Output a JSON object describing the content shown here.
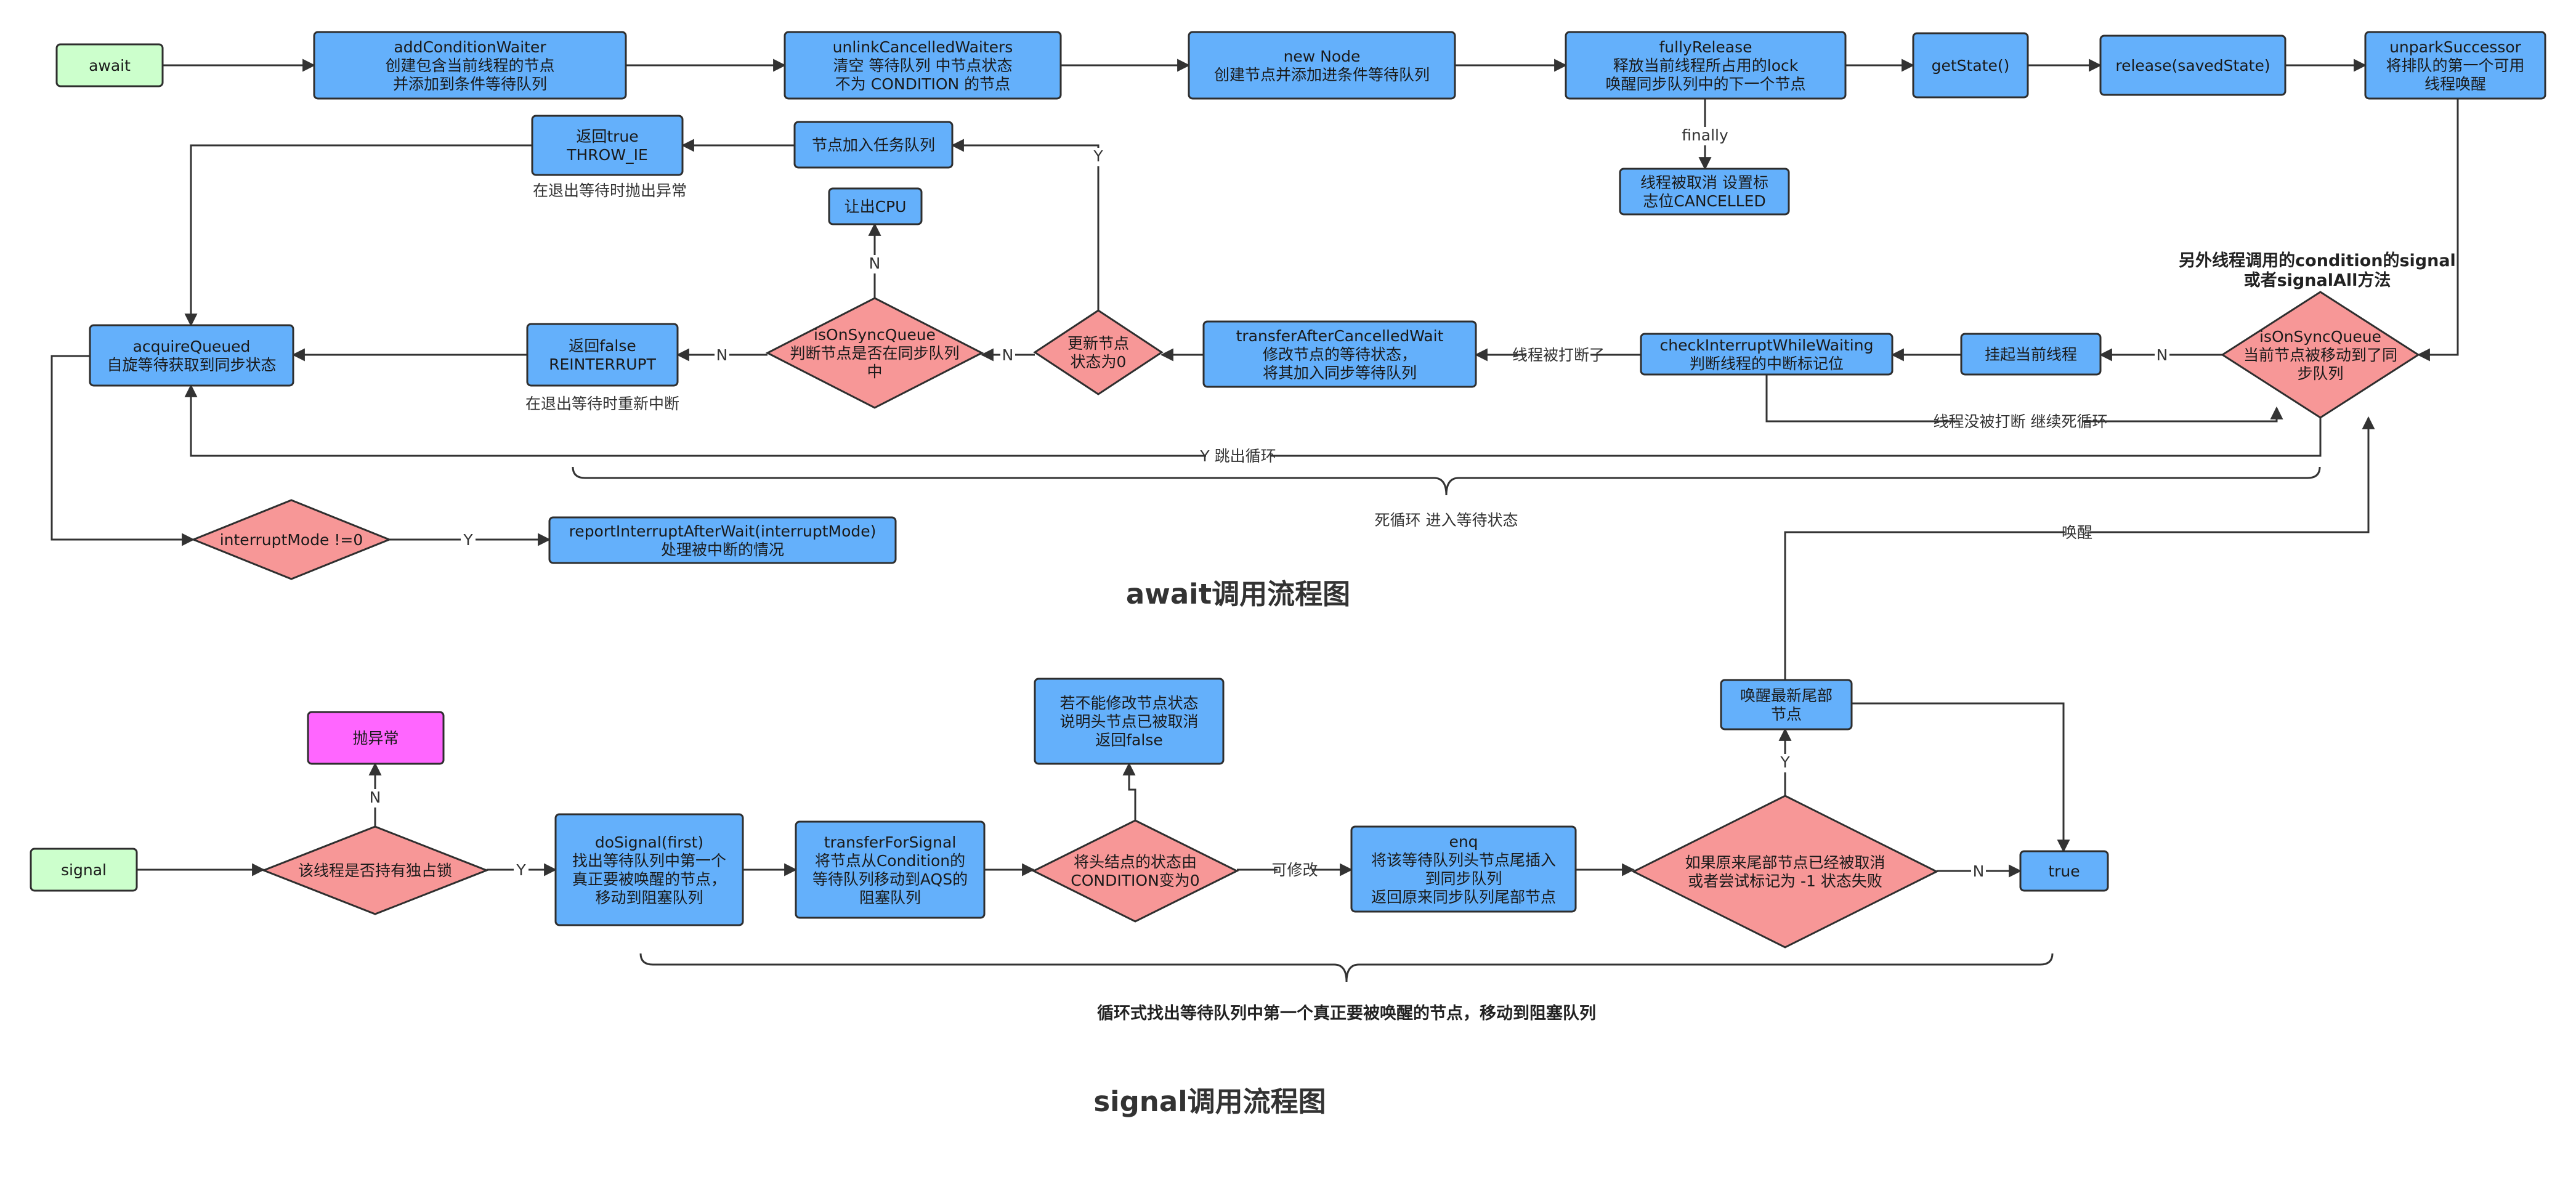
{
  "colors": {
    "process": "#64b0fb",
    "decision": "#f79797",
    "terminal": "#ccffcc",
    "exception": "#ff66ff",
    "border": "#2e2e2e",
    "line": "#333333"
  },
  "nodes": [
    {
      "id": "await",
      "kind": "terminal",
      "lines": [
        "await"
      ]
    },
    {
      "id": "addConditionWaiter",
      "kind": "process",
      "lines": [
        "addConditionWaiter",
        "创建包含当前线程的节点",
        "并添加到条件等待队列"
      ]
    },
    {
      "id": "unlinkCancelledWaiters",
      "kind": "process",
      "lines": [
        "unlinkCancelledWaiters",
        "清空 等待队列 中节点状态",
        "不为 CONDITION 的节点"
      ]
    },
    {
      "id": "newNode",
      "kind": "process",
      "lines": [
        "new Node",
        "创建节点并添加进条件等待队列"
      ]
    },
    {
      "id": "fullyRelease",
      "kind": "process",
      "lines": [
        "fullyRelease",
        "释放当前线程所占用的lock",
        "唤醒同步队列中的下一个节点"
      ]
    },
    {
      "id": "getState",
      "kind": "process",
      "lines": [
        "getState()"
      ]
    },
    {
      "id": "release",
      "kind": "process",
      "lines": [
        "release(savedState)"
      ]
    },
    {
      "id": "unparkSuccessor",
      "kind": "process",
      "lines": [
        "unparkSuccessor",
        "将排队的第一个可用",
        "线程唤醒"
      ]
    },
    {
      "id": "cancelled",
      "kind": "process",
      "lines": [
        "线程被取消 设置标",
        "志位CANCELLED"
      ]
    },
    {
      "id": "returnTrue",
      "kind": "process",
      "lines": [
        "返回true",
        "THROW_IE"
      ]
    },
    {
      "id": "addTaskQueue",
      "kind": "process",
      "lines": [
        "节点加入任务队列"
      ]
    },
    {
      "id": "yieldCpu",
      "kind": "process",
      "lines": [
        "让出CPU"
      ]
    },
    {
      "id": "acquireQueued",
      "kind": "process",
      "lines": [
        "acquireQueued",
        "自旋等待获取到同步状态"
      ]
    },
    {
      "id": "returnFalse",
      "kind": "process",
      "lines": [
        "返回false",
        "REINTERRUPT"
      ]
    },
    {
      "id": "isOnSyncQueue1",
      "kind": "decision",
      "lines": [
        "isOnSyncQueue",
        "判断节点是否在同步队列",
        "中"
      ]
    },
    {
      "id": "updateState",
      "kind": "decision",
      "lines": [
        "更新节点",
        "状态为0"
      ]
    },
    {
      "id": "transferAfterCancelledWait",
      "kind": "process",
      "lines": [
        "transferAfterCancelledWait",
        "修改节点的等待状态，",
        "将其加入同步等待队列"
      ]
    },
    {
      "id": "checkInterruptWhileWaiting",
      "kind": "process",
      "lines": [
        "checkInterruptWhileWaiting",
        "判断线程的中断标记位"
      ]
    },
    {
      "id": "park",
      "kind": "process",
      "lines": [
        "挂起当前线程"
      ]
    },
    {
      "id": "isOnSyncQueue2",
      "kind": "decision",
      "lines": [
        "isOnSyncQueue",
        "当前节点被移动到了同",
        "步队列"
      ]
    },
    {
      "id": "interruptMode",
      "kind": "decision",
      "lines": [
        "interruptMode !=0"
      ]
    },
    {
      "id": "reportInterrupt",
      "kind": "process",
      "lines": [
        "reportInterruptAfterWait(interruptMode)",
        "处理被中断的情况"
      ]
    },
    {
      "id": "throwEx",
      "kind": "exception",
      "lines": [
        "抛异常"
      ]
    },
    {
      "id": "signal",
      "kind": "terminal",
      "lines": [
        "signal"
      ]
    },
    {
      "id": "holdsLock",
      "kind": "decision",
      "lines": [
        "该线程是否持有独占锁"
      ]
    },
    {
      "id": "doSignal",
      "kind": "process",
      "lines": [
        "doSignal(first)",
        "找出等待队列中第一个",
        "真正要被唤醒的节点，",
        "移动到阻塞队列"
      ]
    },
    {
      "id": "transferForSignal",
      "kind": "process",
      "lines": [
        "transferForSignal",
        "将节点从Condition的",
        "等待队列移动到AQS的",
        "阻塞队列"
      ]
    },
    {
      "id": "casState",
      "kind": "decision",
      "lines": [
        "将头结点的状态由",
        "CONDITION变为0"
      ]
    },
    {
      "id": "cannotModify",
      "kind": "process",
      "lines": [
        "若不能修改节点状态",
        "说明头节点已被取消",
        "返回false"
      ]
    },
    {
      "id": "enq",
      "kind": "process",
      "lines": [
        "enq",
        "将该等待队列头节点尾插入",
        "到同步队列",
        "返回原来同步队列尾部节点"
      ]
    },
    {
      "id": "tailCancelled",
      "kind": "decision",
      "lines": [
        "如果原来尾部节点已经被取消",
        "或者尝试标记为 -1 状态失败"
      ]
    },
    {
      "id": "wakeTail",
      "kind": "process",
      "lines": [
        "唤醒最新尾部",
        "节点"
      ]
    },
    {
      "id": "trueNode",
      "kind": "process",
      "lines": [
        "true"
      ]
    }
  ],
  "labels": {
    "finally": "finally",
    "y": "Y",
    "n": "N",
    "interrupted": "线程被打断了",
    "notInterrupted": "线程没被打断 继续死循环",
    "exitLoop": "Y 跳出循环",
    "modifiable": "可修改",
    "wake": "唤醒",
    "throwNote": "在退出等待时抛出异常",
    "reinterruptNote": "在退出等待时重新中断",
    "deadLoop": "死循环 进入等待状态",
    "otherThread": [
      "另外线程调用的condition的signal",
      "或者signalAll方法"
    ],
    "signalLoop": "循环式找出等待队列中第一个真正要被唤醒的节点，移动到阻塞队列",
    "awaitTitle": "await调用流程图",
    "signalTitle": "signal调用流程图"
  }
}
